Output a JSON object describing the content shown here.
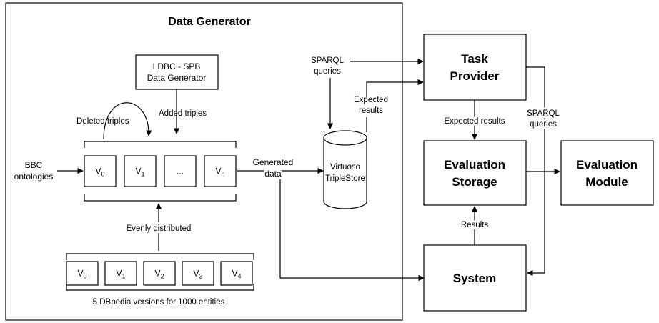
{
  "data_generator": {
    "title": "Data Generator",
    "ldbc_line1": "LDBC - SPB",
    "ldbc_line2": "Data Generator",
    "deleted_triples": "Deleted triples",
    "added_triples": "Added triples",
    "bbc_line1": "BBC",
    "bbc_line2": "ontologies",
    "versions": [
      {
        "base": "V",
        "sub": "0"
      },
      {
        "base": "V",
        "sub": "1"
      },
      {
        "base": "...",
        "sub": ""
      },
      {
        "base": "V",
        "sub": "n"
      }
    ],
    "evenly_distributed": "Evenly distributed",
    "dbpedia_versions": [
      {
        "base": "V",
        "sub": "0"
      },
      {
        "base": "V",
        "sub": "1"
      },
      {
        "base": "V",
        "sub": "2"
      },
      {
        "base": "V",
        "sub": "3"
      },
      {
        "base": "V",
        "sub": "4"
      }
    ],
    "dbpedia_caption": "5 DBpedia versions for 1000 entities",
    "generated_line1": "Generated",
    "generated_line2": "data"
  },
  "sparql_queries_line1": "SPARQL",
  "sparql_queries_line2": "queries",
  "expected_results_line1": "Expected",
  "expected_results_line2": "results",
  "virtuoso_line1": "Virtuoso",
  "virtuoso_line2": "TripleStore",
  "task_provider_line1": "Task",
  "task_provider_line2": "Provider",
  "expected_results_label": "Expected results",
  "sparql_right_line1": "SPARQL",
  "sparql_right_line2": "queries",
  "evaluation_storage_line1": "Evaluation",
  "evaluation_storage_line2": "Storage",
  "evaluation_module_line1": "Evaluation",
  "evaluation_module_line2": "Module",
  "results_label": "Results",
  "system_label": "System"
}
